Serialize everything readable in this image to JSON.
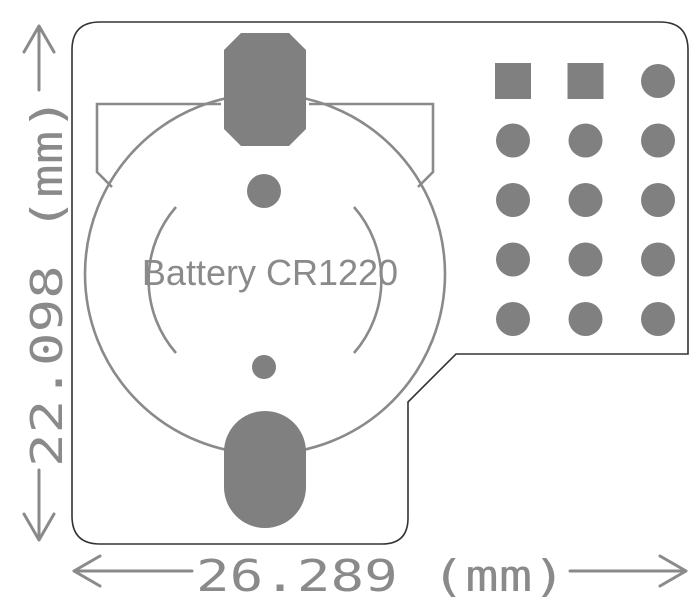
{
  "board": {
    "component_label": "Battery CR1220",
    "width_dimension": "26.289 (mm)",
    "height_dimension": "22.098 (mm)"
  },
  "header_pins": {
    "rows": 5,
    "cols": 3,
    "square_pins": 2
  },
  "colors": {
    "outline": "#333333",
    "silkscreen": "#8a8a8a",
    "pad": "#808080",
    "background": "#ffffff"
  }
}
